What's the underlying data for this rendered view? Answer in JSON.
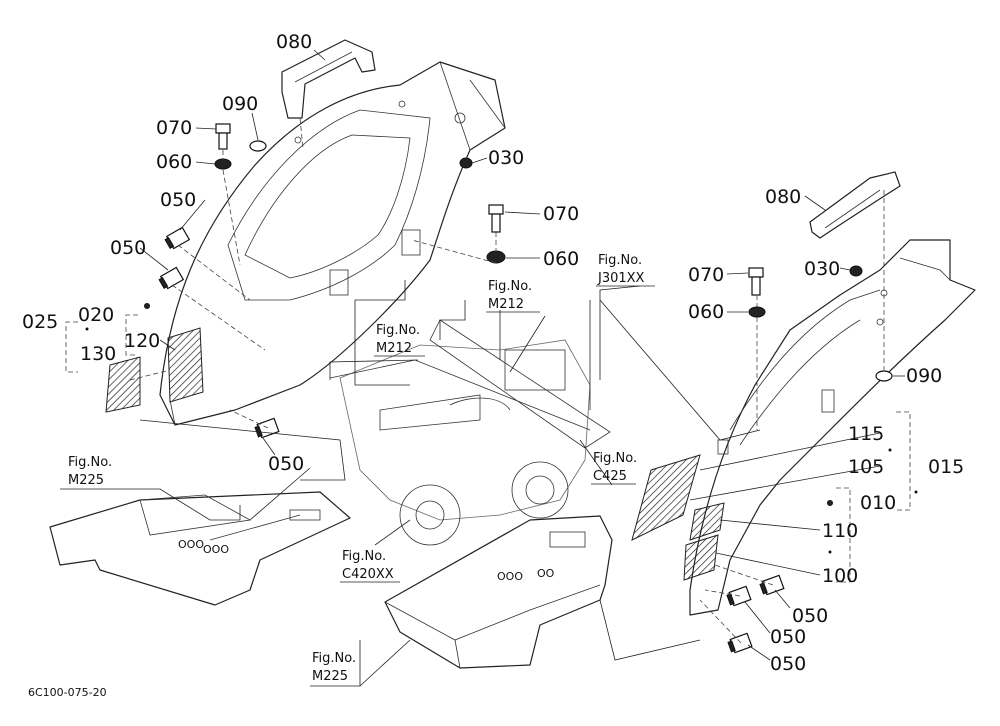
{
  "diagram": {
    "drawing_code": "6C100-075-20",
    "callouts": {
      "c080_left": "080",
      "c090_left": "090",
      "c070_left": "070",
      "c060_left": "060",
      "c030_left": "030",
      "c050_a": "050",
      "c050_b": "050",
      "c050_c": "050",
      "c070_mid": "070",
      "c060_mid": "060",
      "c025": "025",
      "c020": "020",
      "c120": "120",
      "c130": "130",
      "c080_right": "080",
      "c030_right": "030",
      "c070_right": "070",
      "c060_right": "060",
      "c090_right": "090",
      "c115": "115",
      "c105": "105",
      "c015": "015",
      "c010": "010",
      "c110": "110",
      "c100": "100",
      "c050_d": "050",
      "c050_e": "050",
      "c050_f": "050"
    },
    "figure_refs": {
      "ref_j301": {
        "label": "Fig.No.",
        "code": "J301XX"
      },
      "ref_m212_a": {
        "label": "Fig.No.",
        "code": "M212"
      },
      "ref_m212_b": {
        "label": "Fig.No.",
        "code": "M212"
      },
      "ref_m225_a": {
        "label": "Fig.No.",
        "code": "M225"
      },
      "ref_c425": {
        "label": "Fig.No.",
        "code": "C425"
      },
      "ref_c420": {
        "label": "Fig.No.",
        "code": "C420XX"
      },
      "ref_m225_b": {
        "label": "Fig.No.",
        "code": "M225"
      }
    }
  }
}
